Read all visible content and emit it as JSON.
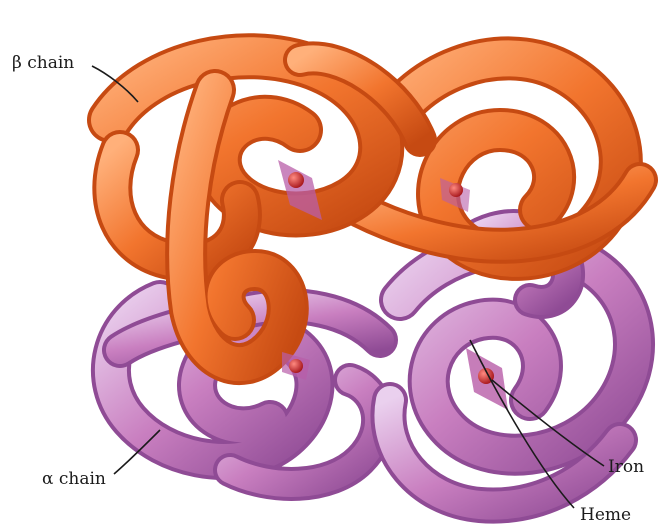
{
  "labels": {
    "beta_chain": "β chain",
    "alpha_chain": "α chain",
    "iron": "Iron",
    "heme": "Heme"
  },
  "colors": {
    "beta_chain": "#f2752e",
    "beta_chain_highlight": "#ffb07a",
    "beta_chain_shadow": "#c64a12",
    "alpha_chain": "#c97fc0",
    "alpha_chain_highlight": "#ead0ee",
    "alpha_chain_shadow": "#8f4b95",
    "heme_plane": "#b85da8",
    "iron": "#d9262a",
    "label_text": "#1b1b1b"
  }
}
